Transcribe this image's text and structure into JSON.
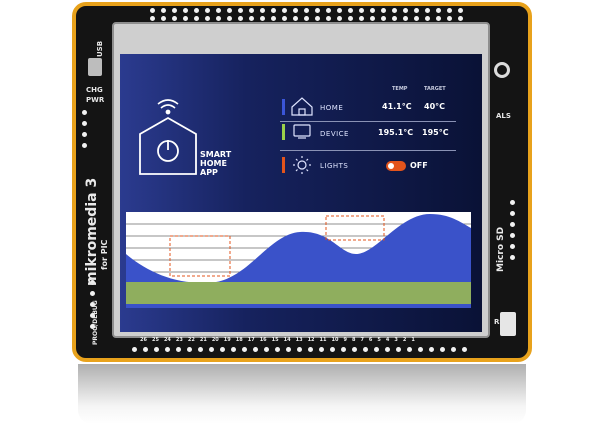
{
  "board": {
    "brand": "mikromedia 3",
    "sub": "for PIC",
    "labels": {
      "usb": "USB",
      "chg": "CHG",
      "pwr": "PWR",
      "als": "ALS",
      "microsd": "Micro SD",
      "rst": "RST",
      "prog": "PROG/DEBUG"
    },
    "pin_numbers": [
      "26",
      "25",
      "24",
      "23",
      "22",
      "21",
      "20",
      "19",
      "18",
      "17",
      "16",
      "15",
      "14",
      "13",
      "12",
      "11",
      "10",
      "9",
      "8",
      "7",
      "6",
      "5",
      "4",
      "3",
      "2",
      "1"
    ]
  },
  "app": {
    "title_line1": "SMART",
    "title_line2": "HOME",
    "title_line3": "APP",
    "headers": {
      "temp": "TEMP",
      "target": "TARGET"
    },
    "rows": [
      {
        "label": "HOME",
        "temp": "41.1°C",
        "target": "40°C",
        "color": "#3b55d8"
      },
      {
        "label": "DEVICE",
        "temp": "195.1°C",
        "target": "195°C",
        "color": "#9bd14a"
      },
      {
        "label": "LIGHTS",
        "state": "OFF",
        "color": "#e3541c"
      }
    ]
  },
  "colors": {
    "board_edge": "#e8a21c",
    "wave": "#3a52c9",
    "band": "#8fae5e",
    "toggle": "#e3541c"
  }
}
